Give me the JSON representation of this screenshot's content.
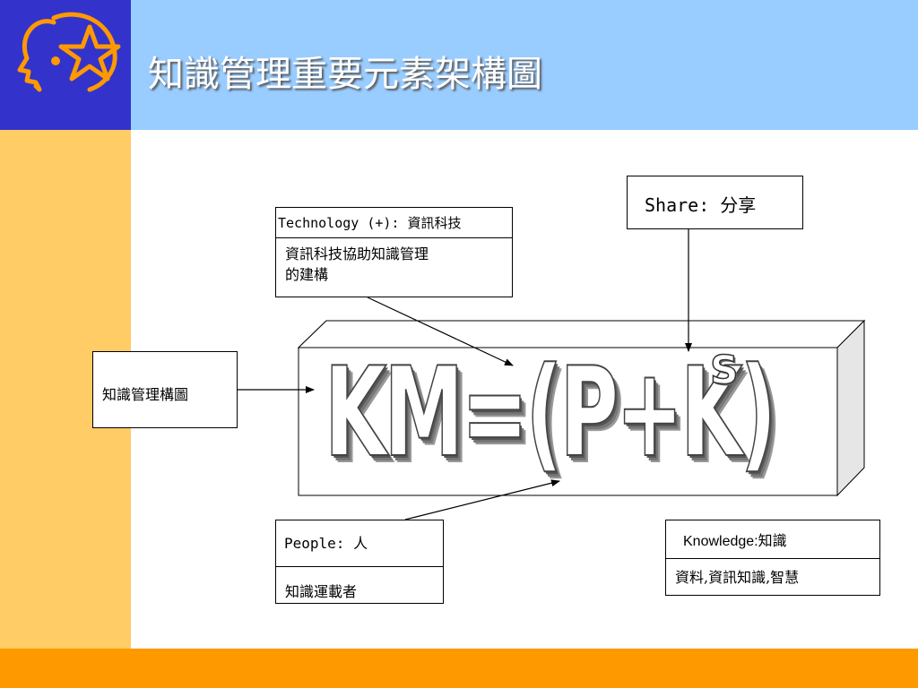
{
  "slide": {
    "title": "知識管理重要元素架構圖",
    "colors": {
      "logo_bg": "#3333cc",
      "title_bar": "#99ccff",
      "side_bar": "#ffcc66",
      "bottom_bar": "#ff9900",
      "logo_icon": "#ff9900"
    },
    "logo_icon": "head-with-star-icon"
  },
  "formula": {
    "main": "KM=(P+K)",
    "exponent": "S"
  },
  "boxes": {
    "technology": {
      "heading": "Technology (+): 資訊科技",
      "line1": "資訊科技協助知識管理",
      "line2": "的建構"
    },
    "share": {
      "heading": "Share: 分享"
    },
    "structure": {
      "heading": "知識管理構圖"
    },
    "people": {
      "heading": "People: 人",
      "body": "知識運載者"
    },
    "knowledge": {
      "heading_en": "Knowledge:",
      "heading_zh": "知識",
      "body": "資料,資訊知識,智慧"
    }
  }
}
